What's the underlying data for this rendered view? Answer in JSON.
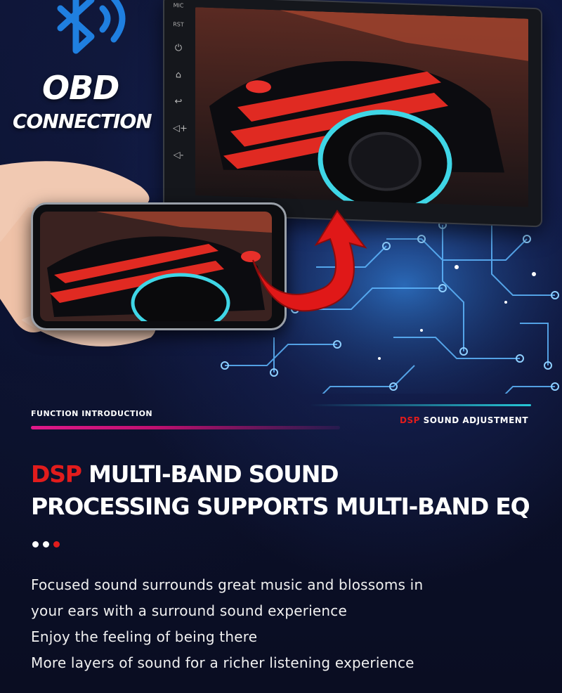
{
  "hero": {
    "title": "OBD",
    "subtitle": "CONNECTION",
    "unit_labels": {
      "mic": "MIC",
      "rst": "RST"
    }
  },
  "section": {
    "function_label": "FUNCTION INTRODUCTION",
    "sound_tag_dsp": "DSP",
    "sound_tag_rest": "SOUND ADJUSTMENT",
    "headline_dsp": "DSP",
    "headline_line1_rest": "MULTI-BAND SOUND",
    "headline_line2": "PROCESSING SUPPORTS MULTI-BAND EQ",
    "body_lines": [
      "Focused sound surrounds great music and blossoms in",
      "your ears with a surround sound experience",
      "Enjoy the feeling of being there",
      "More layers of sound for a richer listening experience"
    ]
  },
  "colors": {
    "accent_red": "#e21c1c",
    "accent_pink": "#e0198a",
    "accent_cyan": "#27c9d8",
    "bluetooth_blue": "#1f7fe0",
    "background": "#0b1029"
  },
  "icons": {
    "bluetooth": "bluetooth-icon",
    "power": "power-icon",
    "home": "home-icon",
    "back": "back-icon",
    "volume_up": "volume-up-icon",
    "volume_down": "volume-down-icon",
    "arrow": "curved-arrow-icon"
  },
  "carousel": {
    "dots": [
      "#ffffff",
      "#ffffff",
      "#e21c1c"
    ]
  }
}
